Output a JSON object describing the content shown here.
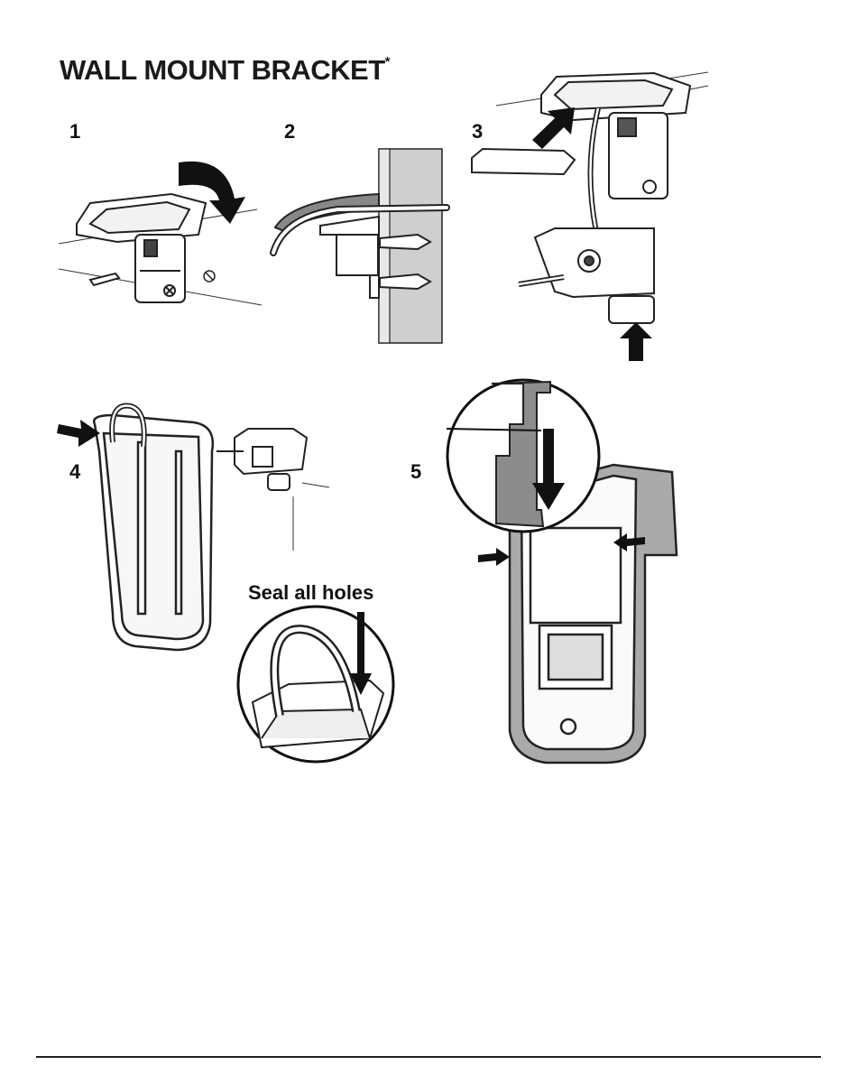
{
  "header": {
    "title": "WALL MOUNT BRACKET",
    "title_mark": "*"
  },
  "steps": [
    {
      "number": "1"
    },
    {
      "number": "2"
    },
    {
      "number": "3"
    },
    {
      "number": "4",
      "callout": "Seal all holes"
    },
    {
      "number": "5"
    }
  ],
  "icons": [
    "curved-arrow",
    "push-arrow",
    "screw",
    "wall-plug",
    "wall-section",
    "cable",
    "magnifier-circle"
  ]
}
